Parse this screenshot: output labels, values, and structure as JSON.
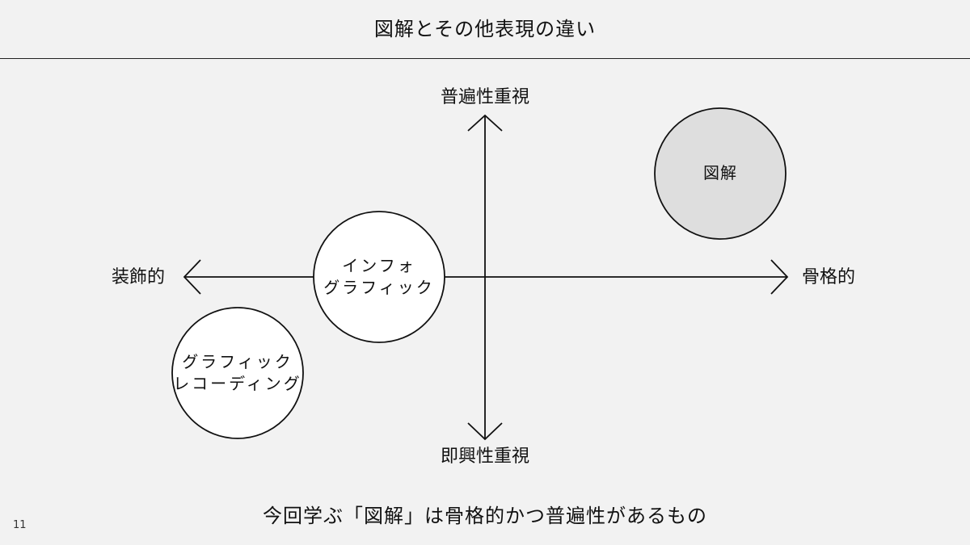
{
  "slide": {
    "title": "図解とその他表現の違い",
    "caption": "今回学ぶ「図解」は骨格的かつ普遍性があるもの",
    "page_number": "11"
  },
  "axes": {
    "top": "普遍性重視",
    "bottom": "即興性重視",
    "left": "装飾的",
    "right": "骨格的"
  },
  "bubbles": {
    "zukai": {
      "label": "図解",
      "fill": "#dedede"
    },
    "infographic": {
      "line1": "インフォ",
      "line2": "グラフィック",
      "fill": "#ffffff"
    },
    "graphic_recording": {
      "line1": "グラフィック",
      "line2": "レコーディング",
      "fill": "#ffffff"
    }
  },
  "colors": {
    "background": "#f2f2f2",
    "stroke": "#111111"
  }
}
